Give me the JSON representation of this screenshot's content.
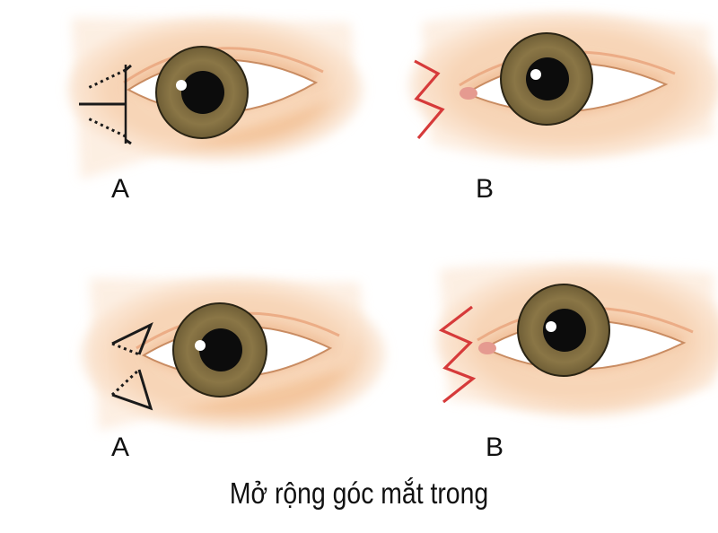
{
  "panels": {
    "top_left": {
      "label": "A"
    },
    "top_right": {
      "label": "B"
    },
    "bottom_left": {
      "label": "A"
    },
    "bottom_right": {
      "label": "B"
    }
  },
  "caption": "Mở rộng góc mắt trong",
  "colors": {
    "skin": "#f6cfa8",
    "skin_shadow": "#e9a779",
    "sclera": "#ffffff",
    "iris": "#7d6a3f",
    "pupil": "#0c0c0c",
    "marking_black": "#1a1a1a",
    "marking_red": "#d63a3a"
  }
}
